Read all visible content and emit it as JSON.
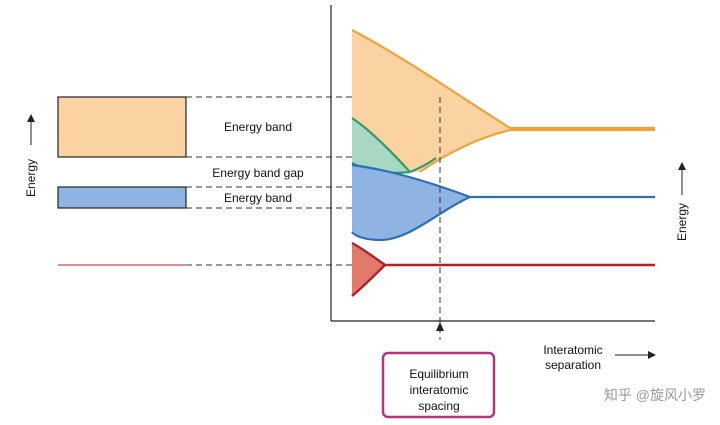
{
  "labels": {
    "energy_band_upper": "Energy band",
    "energy_band_gap": "Energy band gap",
    "energy_band_lower": "Energy band",
    "energy_left_axis": "Energy",
    "energy_right_axis": "Energy",
    "separation_line1": "Interatomic",
    "separation_line2": "separation",
    "eq_line1": "Equilibrium",
    "eq_line2": "interatomic",
    "eq_line3": "spacing",
    "watermark": "知乎 @旋风小罗"
  },
  "colors": {
    "upper_band_fill": "#fbd3a3",
    "upper_band_stroke": "#efa43a",
    "green_band_fill": "#a9d8c2",
    "green_band_stroke": "#2f9b6e",
    "lower_band_fill": "#8fb3e3",
    "lower_band_stroke": "#2a6fba",
    "core_level_fill": "#e07a6a",
    "core_level_stroke": "#b3202a",
    "highlight_box": "#b0367e"
  }
}
